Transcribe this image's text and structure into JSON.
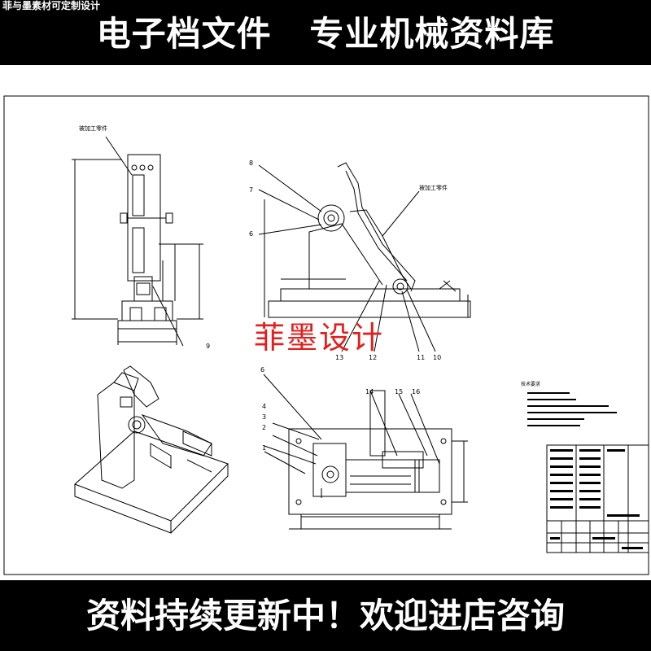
{
  "watermark": "菲与墨素材可定制设计",
  "banner_top": "电子档文件   专业机械资料库",
  "banner_bottom": "资料持续更新中！欢迎进店咨询",
  "stamp": "菲墨设计",
  "drawing": {
    "workpiece_label_left": "被加工零件",
    "workpiece_label_right": "被加工零件",
    "front_callouts": [
      "9"
    ],
    "side_callouts": [
      "8",
      "7",
      "6",
      "13",
      "12",
      "11",
      "10"
    ],
    "plan_callouts": [
      "6",
      "4",
      "3",
      "2",
      "1",
      "14",
      "15",
      "16"
    ],
    "tech_req_title": "技术要求"
  }
}
